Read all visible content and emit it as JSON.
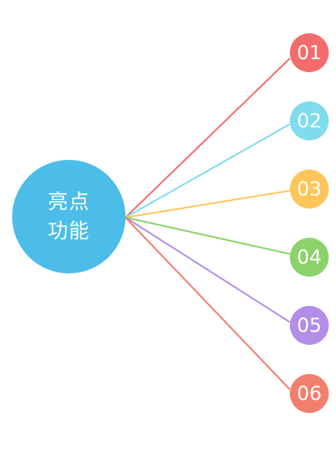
{
  "hub": {
    "line1": "亮点",
    "line2": "功能",
    "color": "#4bbde8"
  },
  "nodes": [
    {
      "label": "01",
      "color": "#f46b6b"
    },
    {
      "label": "02",
      "color": "#7fdcec"
    },
    {
      "label": "03",
      "color": "#fdc55a"
    },
    {
      "label": "04",
      "color": "#8bd26a"
    },
    {
      "label": "05",
      "color": "#b38ee6"
    },
    {
      "label": "06",
      "color": "#f27e6d"
    }
  ]
}
